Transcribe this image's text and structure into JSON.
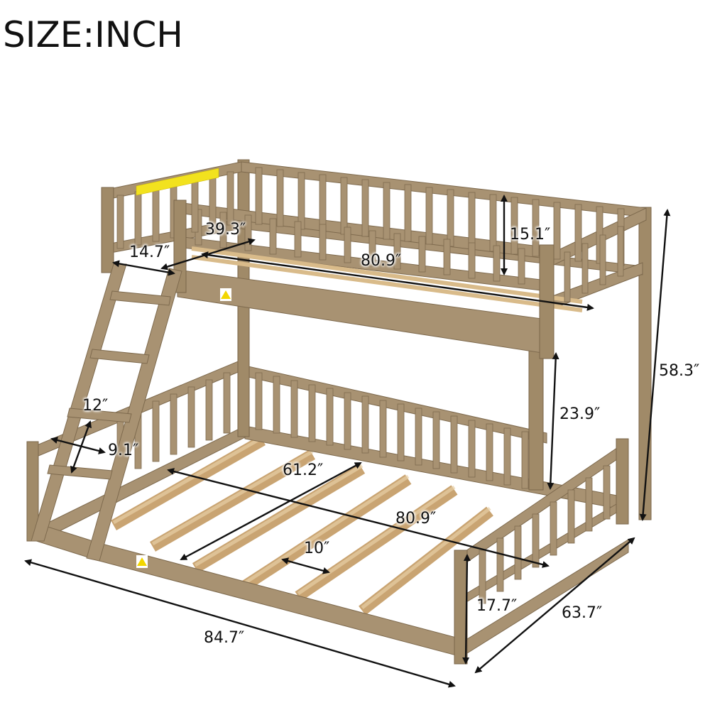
{
  "title": "SIZE:INCH",
  "colors": {
    "wood": "#a89272",
    "wood_dark": "#8c7656",
    "wood_light": "#c9b595",
    "slat": "#d9b98a",
    "slat_dark": "#c79e6a",
    "label_yellow": "#f2e21e",
    "arrow": "#111111"
  },
  "product": "Twin over Full bunk bed with ladder and guardrails",
  "dimensions": {
    "upper_width": "39.3″",
    "ladder_depth_top": "14.7″",
    "upper_length": "80.9″",
    "upper_rail_height": "15.1″",
    "total_height": "58.3″",
    "clearance": "23.9″",
    "ladder_step_spacing": "12″",
    "ladder_step_width": "9.1″",
    "lower_width": "61.2″",
    "lower_length": "80.9″",
    "slat_spacing": "10″",
    "lower_rail_height": "17.7″",
    "overall_width": "63.7″",
    "overall_length": "84.7″"
  }
}
